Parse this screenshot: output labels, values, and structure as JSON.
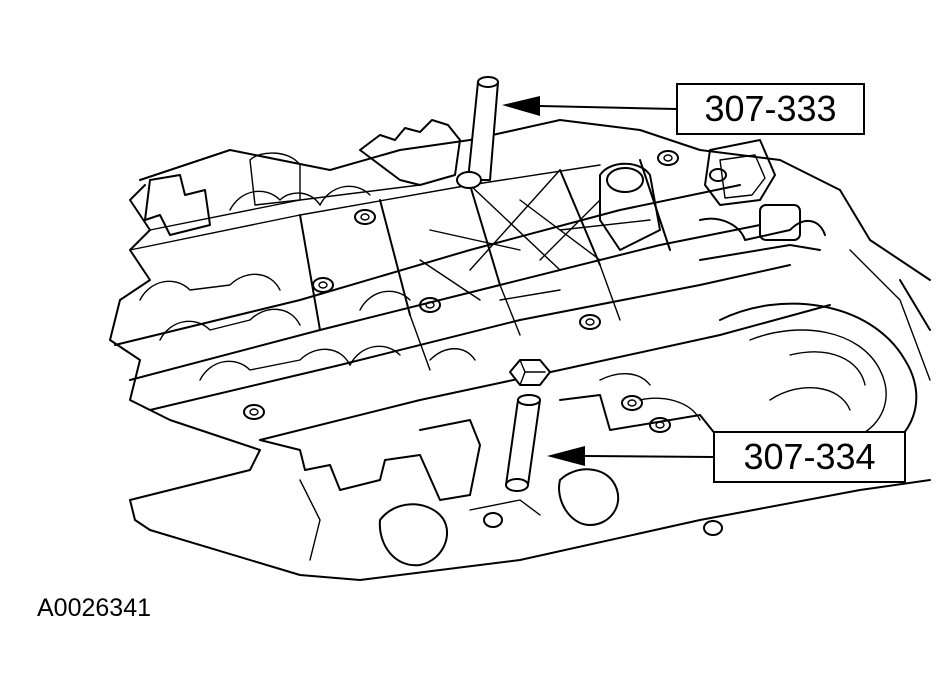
{
  "callouts": [
    {
      "id": "tool-upper",
      "label": "307-333"
    },
    {
      "id": "tool-lower",
      "label": "307-334"
    }
  ],
  "figure_id": "A0026341",
  "colors": {
    "line": "#000000",
    "background": "#ffffff"
  }
}
